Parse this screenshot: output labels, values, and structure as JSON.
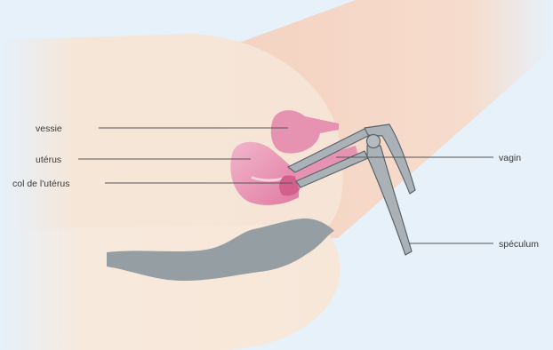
{
  "labels": {
    "vessie": "vessie",
    "uterus": "utérus",
    "col": "col de l'utérus",
    "vagin": "vagin",
    "speculum": "spéculum"
  },
  "colors": {
    "background": "#e6f1fa",
    "skin": "#f6e6d8",
    "skin_light": "#f9ece1",
    "thigh": "#f4d2c0",
    "organ": "#e693b2",
    "organ_dark": "#d35f8c",
    "rectum": "#949ea3",
    "speculum": "#aab2b7",
    "speculum_stroke": "#59646a",
    "leader_line": "#555555"
  }
}
